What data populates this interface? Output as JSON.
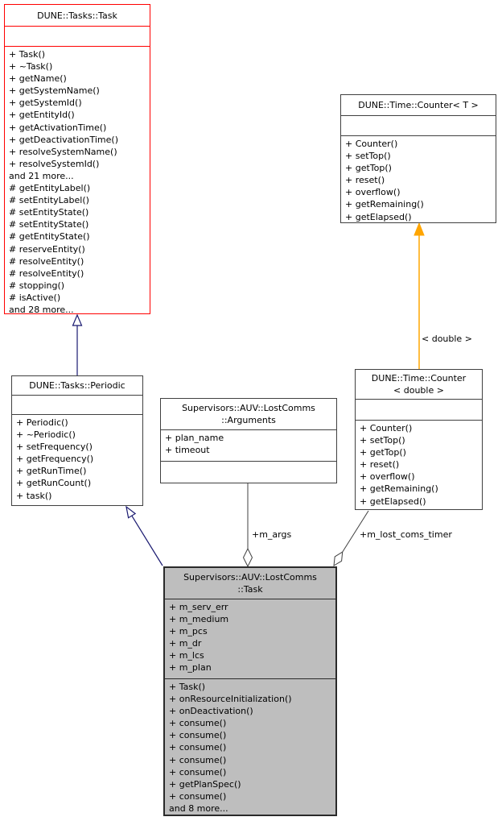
{
  "diagram_title": "Supervisors::AUV::LostComms::Task collaboration diagram",
  "colors": {
    "inheritance_edge": "#191970",
    "template_edge": "#ffa500",
    "aggregation_edge": "#404040",
    "highlight_border": "#ff0000",
    "node_border": "#404040",
    "selected_node_fill": "#bebebe",
    "arrowhead_open_fill": "#ffffff"
  },
  "classes": [
    {
      "name": "DUNE::Tasks::Task",
      "title_lines": [
        "DUNE::Tasks::Task"
      ],
      "attributes": [],
      "methods": [
        "+ Task()",
        "+ ~Task()",
        "+ getName()",
        "+ getSystemName()",
        "+ getSystemId()",
        "+ getEntityId()",
        "+ getActivationTime()",
        "+ getDeactivationTime()",
        "+ resolveSystemName()",
        "+ resolveSystemId()",
        "and 21 more...",
        "# getEntityLabel()",
        "# setEntityLabel()",
        "# setEntityState()",
        "# setEntityState()",
        "# getEntityState()",
        "# reserveEntity()",
        "# resolveEntity()",
        "# resolveEntity()",
        "# stopping()",
        "# isActive()",
        "and 28 more..."
      ]
    },
    {
      "name": "DUNE::Time::Counter< T >",
      "title_lines": [
        "DUNE::Time::Counter< T >"
      ],
      "attributes": [],
      "methods": [
        "+ Counter()",
        "+ setTop()",
        "+ getTop()",
        "+ reset()",
        "+ overflow()",
        "+ getRemaining()",
        "+ getElapsed()"
      ]
    },
    {
      "name": "DUNE::Tasks::Periodic",
      "title_lines": [
        "DUNE::Tasks::Periodic"
      ],
      "attributes": [],
      "methods": [
        "+ Periodic()",
        "+ ~Periodic()",
        "+ setFrequency()",
        "+ getFrequency()",
        "+ getRunTime()",
        "+ getRunCount()",
        "+ task()"
      ]
    },
    {
      "name": "Supervisors::AUV::LostComms::Arguments",
      "title_lines": [
        "Supervisors::AUV::LostComms",
        "::Arguments"
      ],
      "attributes": [
        "+ plan_name",
        "+ timeout"
      ],
      "methods": []
    },
    {
      "name": "DUNE::Time::Counter< double >",
      "title_lines": [
        "DUNE::Time::Counter",
        "< double >"
      ],
      "attributes": [],
      "methods": [
        "+ Counter()",
        "+ setTop()",
        "+ getTop()",
        "+ reset()",
        "+ overflow()",
        "+ getRemaining()",
        "+ getElapsed()"
      ]
    },
    {
      "name": "Supervisors::AUV::LostComms::Task",
      "title_lines": [
        "Supervisors::AUV::LostComms",
        "::Task"
      ],
      "attributes": [
        "+ m_serv_err",
        "+ m_medium",
        "+ m_pcs",
        "+ m_dr",
        "+ m_lcs",
        "+ m_plan"
      ],
      "methods": [
        "+ Task()",
        "+ onResourceInitialization()",
        "+ onDeactivation()",
        "+ consume()",
        "+ consume()",
        "+ consume()",
        "+ consume()",
        "+ consume()",
        "+ getPlanSpec()",
        "+ consume()",
        "and 8 more..."
      ]
    }
  ],
  "edges": [
    {
      "type": "inheritance",
      "from": "DUNE::Tasks::Periodic",
      "to": "DUNE::Tasks::Task",
      "label": ""
    },
    {
      "type": "inheritance",
      "from": "Supervisors::AUV::LostComms::Task",
      "to": "DUNE::Tasks::Periodic",
      "label": ""
    },
    {
      "type": "template-instantiation",
      "from": "DUNE::Time::Counter< double >",
      "to": "DUNE::Time::Counter< T >",
      "label": "< double >"
    },
    {
      "type": "aggregation",
      "owner": "Supervisors::AUV::LostComms::Task",
      "member": "Supervisors::AUV::LostComms::Arguments",
      "label": "+m_args"
    },
    {
      "type": "aggregation",
      "owner": "Supervisors::AUV::LostComms::Task",
      "member": "DUNE::Time::Counter< double >",
      "label": "+m_lost_coms_timer"
    }
  ]
}
